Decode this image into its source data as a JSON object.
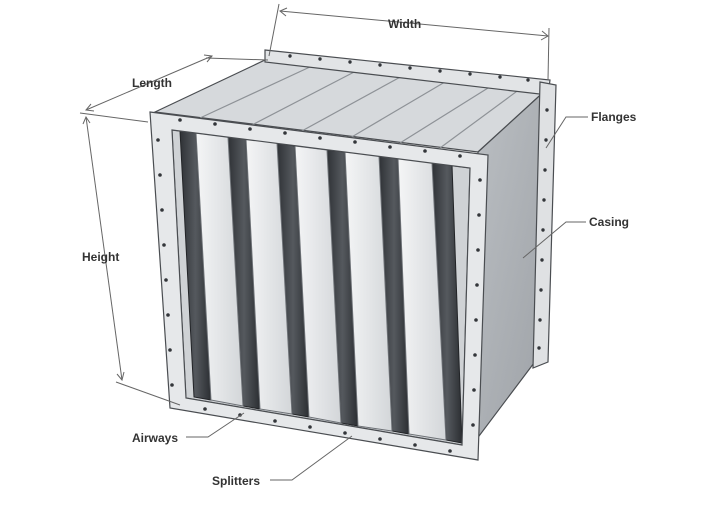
{
  "labels": {
    "width": "Width",
    "length": "Length",
    "height": "Height",
    "flanges": "Flanges",
    "casing": "Casing",
    "airways": "Airways",
    "splitters": "Splitters"
  },
  "colors": {
    "steel_light": "#e4e6e8",
    "steel_mid": "#c9ccd0",
    "steel_dark": "#8e9297",
    "airway_dark": "#3c3f43",
    "outline": "#4a4d51",
    "label_text": "#333333"
  }
}
